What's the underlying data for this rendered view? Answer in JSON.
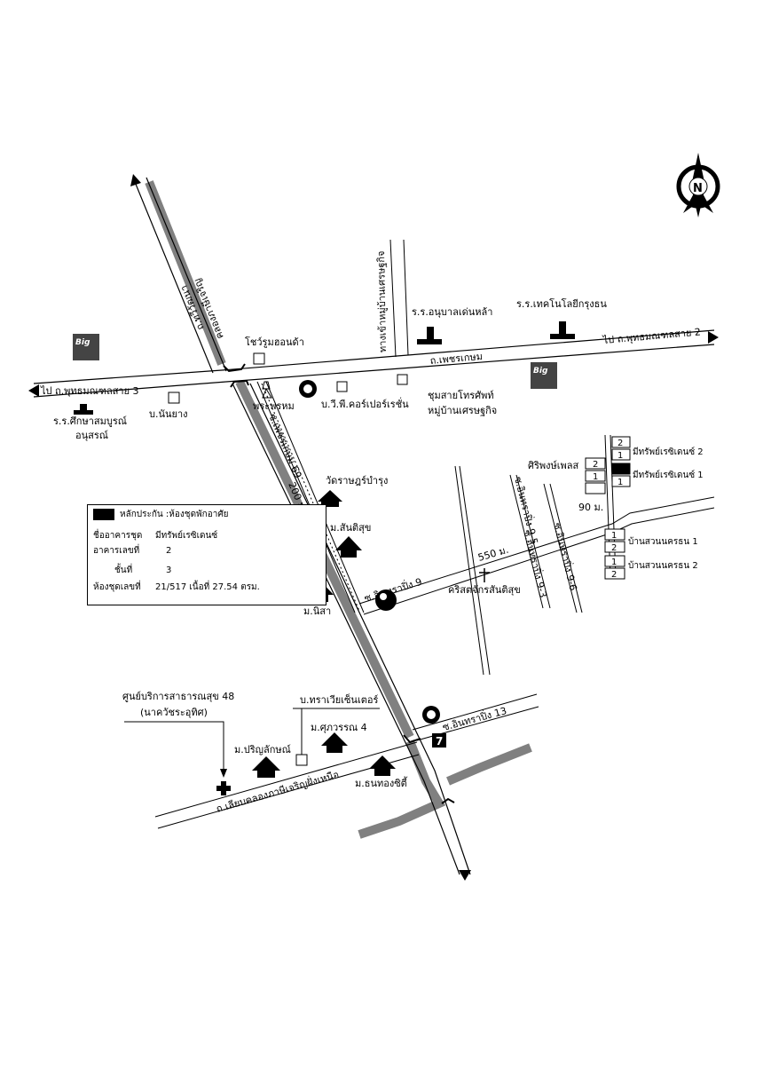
{
  "compass": {
    "label": "N"
  },
  "roads": {
    "phetkasem": "ถ.เพชรเกษม",
    "to_phutthamonthon_3": "ไป ถ.พุทธมณฑลสาย 3",
    "to_phutthamonthon_2": "ไป ถ.พุทธมณฑลสาย 2",
    "khlong_phasi_charoen": "คลองภาษีเจริญ",
    "phetkasem_69": "ซ.เพชรเกษม 69",
    "entrance_mooban": "ทางเข้าหมู่บ้านเศรษฐกิจ",
    "inthara_phithak": "ถ.ทวีวัฒนา",
    "soi_200m": "200 ม.",
    "inthrapitak_9": "ซ.อินทราปิ่ง 9",
    "inthrapitak_13": "ซ.อินทราปิ่ง 13",
    "inthrapitak_9_5": "ซ.อินทราปิ่ง 9-5",
    "inthrapitak_9_3": "ซ.อินทราปิ่ง 9-3",
    "inthrapitak_9_6": "ซ.อินทราปิ่ง 9-6",
    "kaeb_khlong": "ถ.เลียบคลองภาษีเจริญฝั่งเหนือ",
    "dist_550": "550 ม.",
    "dist_90": "90 ม."
  },
  "places": {
    "showroom": "โชว์รูมฮอนด้า",
    "school_anuban": "ร.ร.อนุบาลเด่นหล้า",
    "school_tech": "ร.ร.เทคโนโลยีกรุงธน",
    "big_logo": "Big",
    "school_suksa": "ร.ร.ศึกษาสมบูรณ์",
    "school_suksa_2": "อนุสรณ์",
    "ban_nanyang": "บ.นันยาง",
    "phraphrom": "พระพรหม",
    "vp_corp": "บ.วี.พี.คอร์เปอร์เรชั่น",
    "telephone": "ชุมสายโทรศัพท์",
    "telephone_2": "หมู่บ้านเศรษฐกิจ",
    "wat": "วัดราษฎร์บำรุง",
    "m_sanitsuk": "ม.สันติสุข",
    "m_nisa": "ม.นิสา",
    "church": "คริสตจักรสันติสุข",
    "siriphong": "ศิริพงษ์เพลส",
    "mitsap_2": "มีทรัพย์เรซิเดนซ์ 2",
    "mitsap_1": "มีทรัพย์เรซิเดนซ์ 1",
    "suan_1": "บ้านสวนนครธน 1",
    "suan_2": "บ้านสวนนครธน 2",
    "health_center": "ศูนย์บริการสาธารณสุข 48",
    "health_center_2": "(นาควัชระอุทิศ)",
    "travel_center": "บ.ทราเวียเซ็นเตอร์",
    "m_parinyalak": "ม.ปริญลักษณ์",
    "m_suphawan": "ม.ศุภวรรณ 4",
    "m_thanthong": "ม.ธนทองซิตี้",
    "seven": "7"
  },
  "legend": {
    "title": "หลักประกัน :ห้องชุดพักอาศัย",
    "building_name_label": "ชื่ออาคารชุด",
    "building_name_value": "มีทรัพย์เรซิเดนซ์",
    "building_no_label": "อาคารเลขที่",
    "building_no_value": "2",
    "floor_label": "ชั้นที่",
    "floor_value": "3",
    "unit_label": "ห้องชุดเลขที่",
    "unit_value": "21/517 เนื้อที่ 27.54 ตรม."
  },
  "lot_numbers": {
    "a": "2",
    "b": "1",
    "c": "2",
    "d": "1",
    "e": "1",
    "f": "1",
    "g": "2",
    "h": "1",
    "i": "2"
  }
}
